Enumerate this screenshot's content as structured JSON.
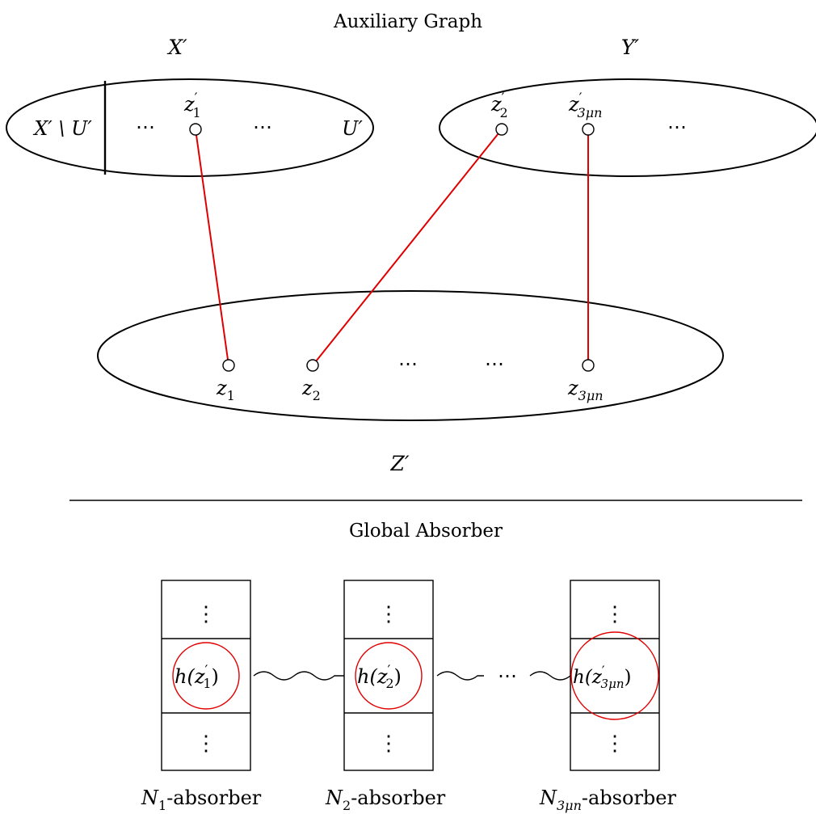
{
  "top": {
    "title": "Auxiliary Graph",
    "x_label": "X′",
    "y_label": "Y′",
    "z_label": "Z′",
    "x_minus_u": "X′ \\ U′",
    "u_label": "U′",
    "dots": "⋯",
    "z1_prime": {
      "base": "z",
      "sub": "1",
      "prime": "′"
    },
    "z2_prime": {
      "base": "z",
      "sub": "2",
      "prime": "′"
    },
    "z3mun_prime": {
      "base": "z",
      "sub": "3μn",
      "prime": "′"
    },
    "z1": {
      "base": "z",
      "sub": "1"
    },
    "z2": {
      "base": "z",
      "sub": "2"
    },
    "z3mun": {
      "base": "z",
      "sub": "3μn"
    }
  },
  "bottom": {
    "title": "Global Absorber",
    "vdots": "⋮",
    "dots": "⋯",
    "cell1": {
      "pre": "h(z",
      "sub": "1",
      "post": ")",
      "prime": "′"
    },
    "cell2": {
      "pre": "h(z",
      "sub": "2",
      "post": ")",
      "prime": "′"
    },
    "cell3": {
      "pre": "h(z",
      "sub": "3μn",
      "post": ")",
      "prime": "′"
    },
    "absorber1": {
      "base": "N",
      "sub": "1",
      "suffix": "-absorber"
    },
    "absorber2": {
      "base": "N",
      "sub": "2",
      "suffix": "-absorber"
    },
    "absorber3": {
      "base": "N",
      "sub": "3μn",
      "suffix": "-absorber"
    }
  },
  "colors": {
    "edge": "#e00000",
    "outline": "#000000"
  }
}
